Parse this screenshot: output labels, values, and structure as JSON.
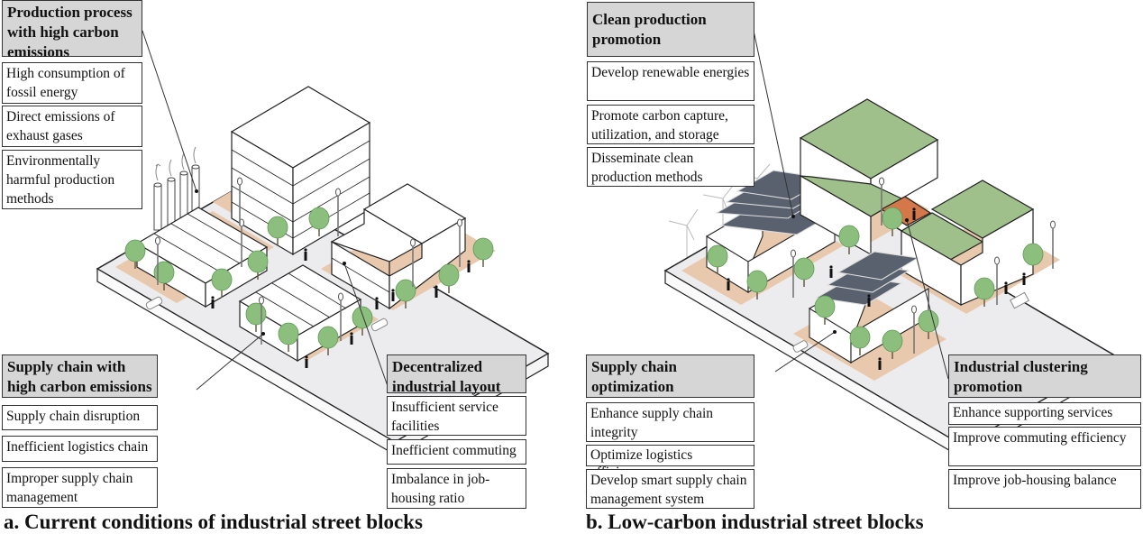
{
  "panel_a": {
    "caption": "a. Current conditions of industrial street blocks",
    "groups": [
      {
        "title": "Production process with high carbon emissions",
        "items": [
          "High consumption of fossil energy",
          "Direct emissions of exhaust gases",
          "Environmentally harmful production methods"
        ]
      },
      {
        "title": "Supply chain with high carbon emissions",
        "items": [
          "Supply chain disruption",
          "Inefficient logistics chain",
          "Improper supply chain management"
        ]
      },
      {
        "title": "Decentralized industrial layout",
        "items": [
          "Insufficient service facilities",
          "Inefficient commuting",
          "Imbalance in job-housing ratio"
        ]
      }
    ]
  },
  "panel_b": {
    "caption": "b. Low-carbon industrial street blocks",
    "groups": [
      {
        "title": "Clean production promotion",
        "items": [
          "Develop renewable energies",
          "Promote carbon capture, utilization,  and storage",
          "Disseminate clean production methods"
        ]
      },
      {
        "title": "Supply chain optimization",
        "items": [
          "Enhance supply chain integrity",
          "Optimize logistics efficiency",
          "Develop smart supply chain management system"
        ]
      },
      {
        "title": "Industrial clustering promotion",
        "items": [
          "Enhance supporting services",
          "Improve commuting efficiency",
          "Improve job-housing balance"
        ]
      }
    ]
  },
  "colors": {
    "header_fill": "#d6d6d6",
    "sidewalk": "#e8c9ad",
    "road": "#e4e6e8",
    "green_roof": "#9fc08a",
    "solar_panel": "#59606e",
    "bridge": "#d4784a",
    "tree": "#8cbf7e"
  }
}
